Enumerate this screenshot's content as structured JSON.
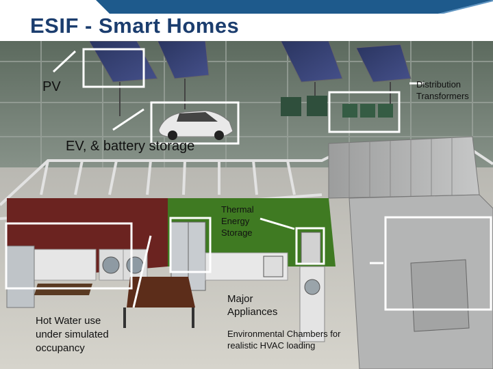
{
  "title": "ESIF - Smart Homes",
  "labels": {
    "pv": "PV",
    "distribution_transformers": "Distribution Transformers",
    "ev_battery": "EV, & battery storage",
    "thermal_storage": "Thermal Energy Storage",
    "major_appliances": "Major Appliances",
    "hot_water": "Hot Water use under simulated occupancy",
    "environmental_chambers": "Environmental Chambers for realistic HVAC loading"
  },
  "colors": {
    "title": "#1b3d6e",
    "banner": "#1e5a8c",
    "callout_box": "#ffffff",
    "wall_red": "#6b2320",
    "wall_green": "#3f7a22"
  }
}
